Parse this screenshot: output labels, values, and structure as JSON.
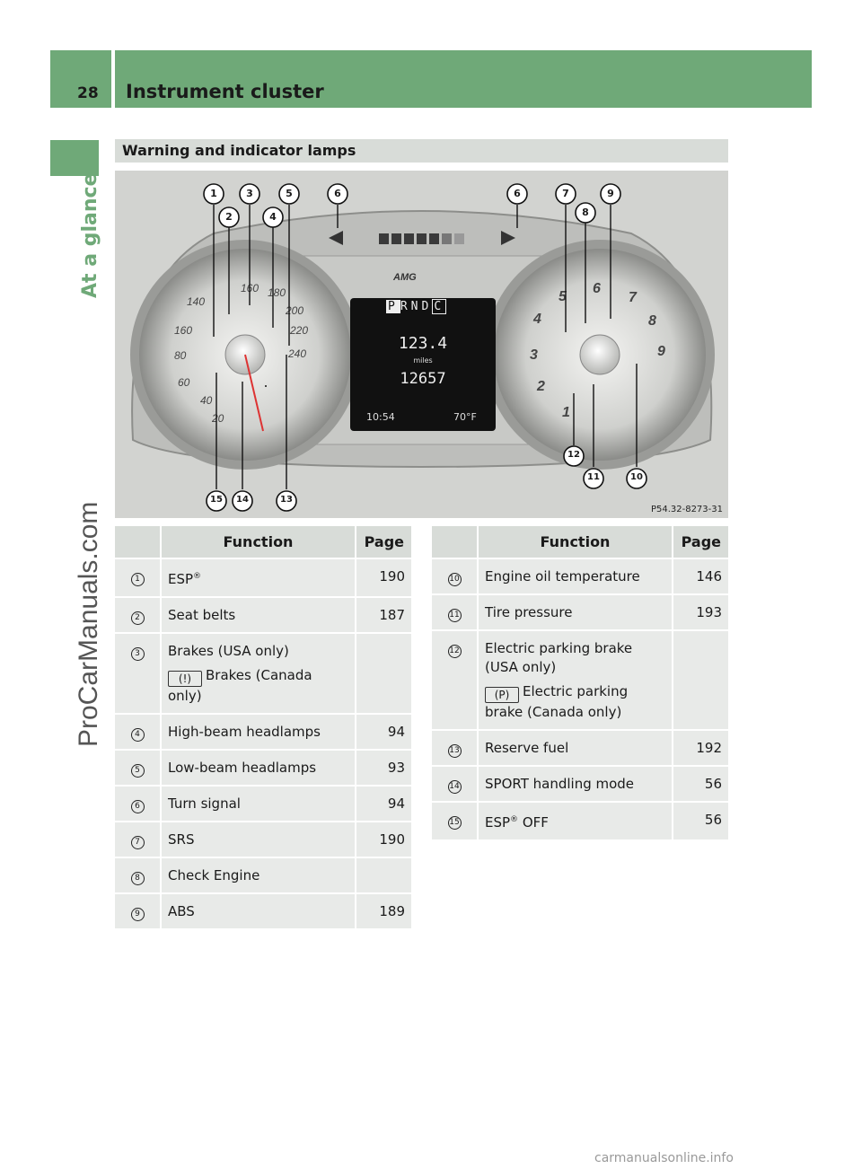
{
  "header": {
    "page_number": "28",
    "title": "Instrument cluster"
  },
  "side_tab": {
    "label": "At a glance"
  },
  "section": {
    "heading": "Warning and indicator lamps"
  },
  "figure": {
    "code": "P54.32-8273-31",
    "display": {
      "gears": [
        "P",
        "R",
        "N",
        "D",
        "C"
      ],
      "trip": "123.4",
      "unit": "miles",
      "odometer": "12657",
      "clock": "10:54",
      "temperature": "70°F"
    },
    "callouts": [
      "1",
      "2",
      "3",
      "4",
      "5",
      "6",
      "6",
      "7",
      "8",
      "9",
      "10",
      "11",
      "12",
      "13",
      "14",
      "15"
    ]
  },
  "table_left": {
    "headers": {
      "function": "Function",
      "page": "Page"
    },
    "rows": [
      {
        "num": "1",
        "function": "ESP",
        "reg": "®",
        "page": "190"
      },
      {
        "num": "2",
        "function": "Seat belts",
        "page": "187"
      },
      {
        "num": "3",
        "function": "Brakes (USA only)",
        "symbol": "(!)",
        "sub": "Brakes (Canada only)",
        "page": ""
      },
      {
        "num": "4",
        "function": "High-beam headlamps",
        "page": "94"
      },
      {
        "num": "5",
        "function": "Low-beam headlamps",
        "page": "93"
      },
      {
        "num": "6",
        "function": "Turn signal",
        "page": "94"
      },
      {
        "num": "7",
        "function": "SRS",
        "page": "190"
      },
      {
        "num": "8",
        "function": "Check Engine",
        "page": ""
      },
      {
        "num": "9",
        "function": "ABS",
        "page": "189"
      }
    ]
  },
  "table_right": {
    "headers": {
      "function": "Function",
      "page": "Page"
    },
    "rows": [
      {
        "num": "10",
        "function": "Engine oil temperature",
        "page": "146"
      },
      {
        "num": "11",
        "function": "Tire pressure",
        "page": "193"
      },
      {
        "num": "12",
        "function": "Electric parking brake (USA only)",
        "symbol": "(P)",
        "sub": "Electric parking brake (Canada only)",
        "page": ""
      },
      {
        "num": "13",
        "function": "Reserve fuel",
        "page": "192"
      },
      {
        "num": "14",
        "function": "SPORT handling mode",
        "page": "56"
      },
      {
        "num": "15",
        "function": "ESP",
        "reg": "®",
        "suffix": " OFF",
        "page": "56"
      }
    ]
  },
  "watermarks": {
    "side": "ProCarManuals.com",
    "bottom": "carmanualsonline.info"
  }
}
